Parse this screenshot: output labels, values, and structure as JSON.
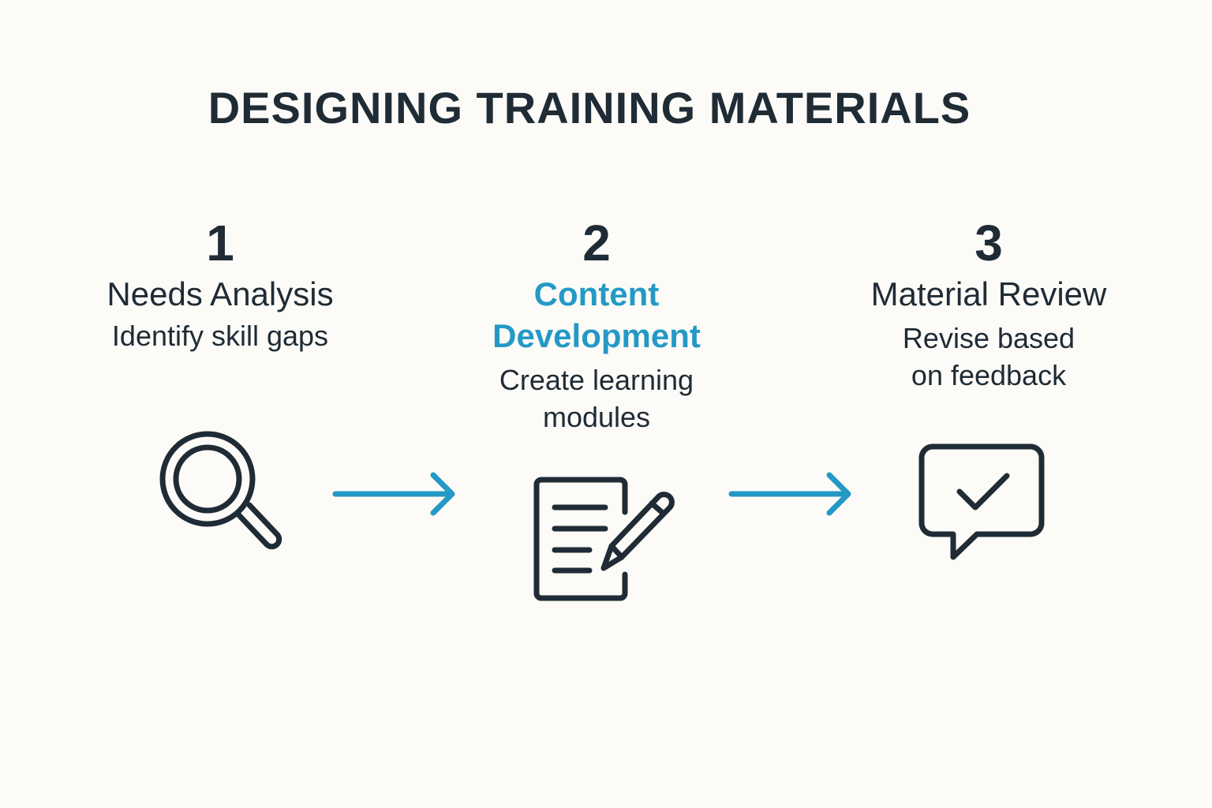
{
  "title": "DESIGNING TRAINING MATERIALS",
  "colors": {
    "text": "#1f2b35",
    "accent": "#2499c5",
    "background": "#fcfbf7"
  },
  "steps": [
    {
      "number": "1",
      "heading": "Needs Analysis",
      "description": "Identify skill gaps",
      "icon": "magnifying-glass-icon"
    },
    {
      "number": "2",
      "heading": "Content Development",
      "description": "Create learning modules",
      "icon": "document-pencil-icon"
    },
    {
      "number": "3",
      "heading": "Material Review",
      "description": "Revise based on feedback",
      "icon": "chat-checkmark-icon"
    }
  ]
}
